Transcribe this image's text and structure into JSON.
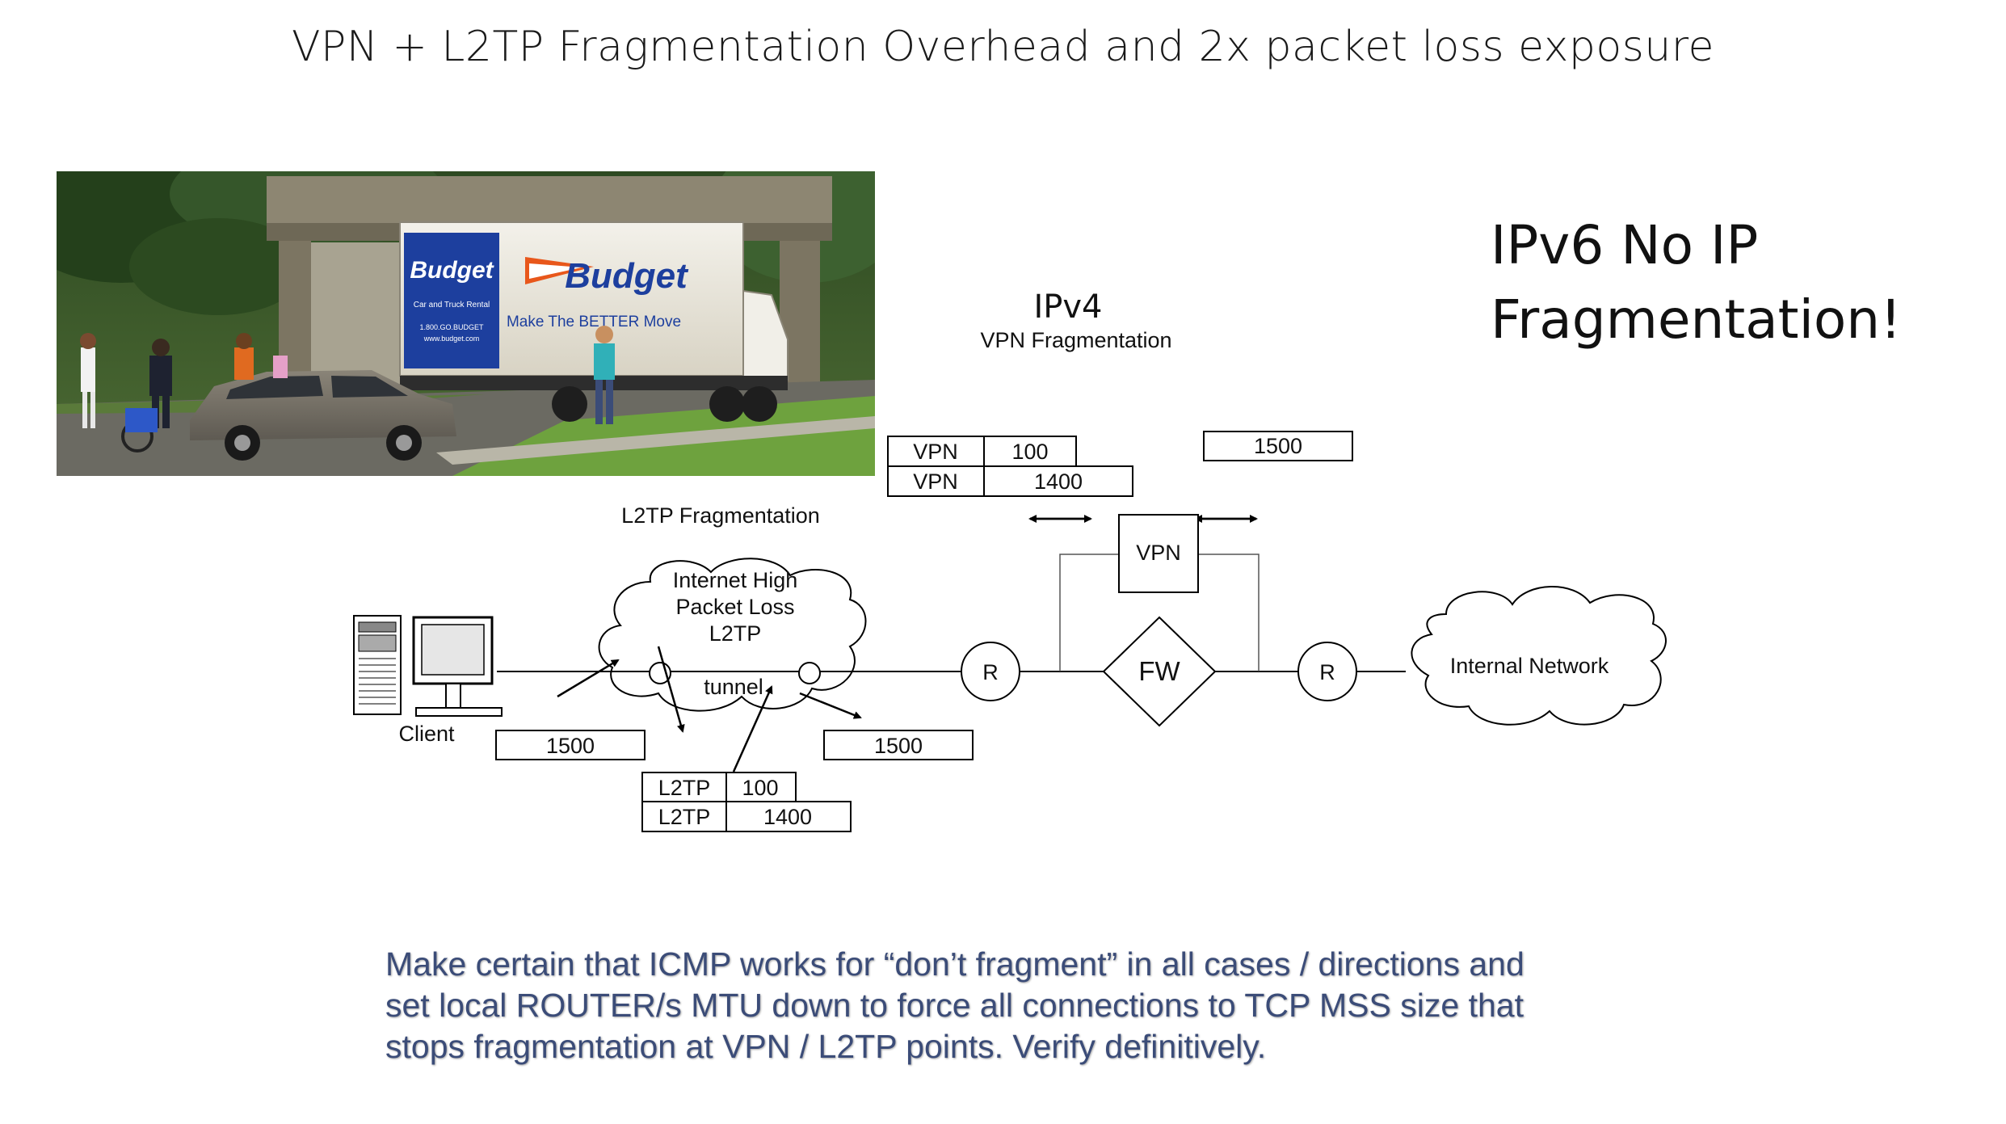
{
  "slide": {
    "title": "VPN + L2TP Fragmentation Overhead and 2x packet loss exposure",
    "headline_line1": "IPv6 No IP",
    "headline_line2": "Fragmentation!",
    "ipv4_label": "IPv4",
    "vpn_fragmentation_label": "VPN Fragmentation",
    "l2tp_fragmentation_label": "L2TP Fragmentation",
    "footnote_line1": "Make certain that ICMP works for “don’t fragment” in all cases / directions and",
    "footnote_line2": "set local ROUTER/s MTU down to force all connections to TCP MSS size that",
    "footnote_line3": "stops fragmentation at VPN / L2TP points.  Verify definitively."
  },
  "photo": {
    "truck_brand": "Budget",
    "truck_slogan": "Make The BETTER Move",
    "cab_subtitle": "Car and Truck Rental",
    "phone": "1.800.GO.BUDGET",
    "website": "www.budget.com"
  },
  "network": {
    "client_label": "Client",
    "cloud_line1": "Internet High",
    "cloud_line2": "Packet Loss",
    "cloud_line3": "L2TP",
    "tunnel_label": "tunnel",
    "router_left": "R",
    "router_right": "R",
    "firewall_label": "FW",
    "vpn_box_label": "VPN",
    "internal_network_label": "Internal Network",
    "packet_left": "1500",
    "packet_mid": "1500",
    "packet_top_right": "1500",
    "l2tp_frag": [
      {
        "proto": "L2TP",
        "size": "100"
      },
      {
        "proto": "L2TP",
        "size": "1400"
      }
    ],
    "vpn_frag": [
      {
        "proto": "VPN",
        "size": "100"
      },
      {
        "proto": "VPN",
        "size": "1400"
      }
    ]
  },
  "colors": {
    "footnote": "#3b4c78",
    "budget_blue": "#1d3f9e",
    "budget_orange": "#e8571b"
  }
}
